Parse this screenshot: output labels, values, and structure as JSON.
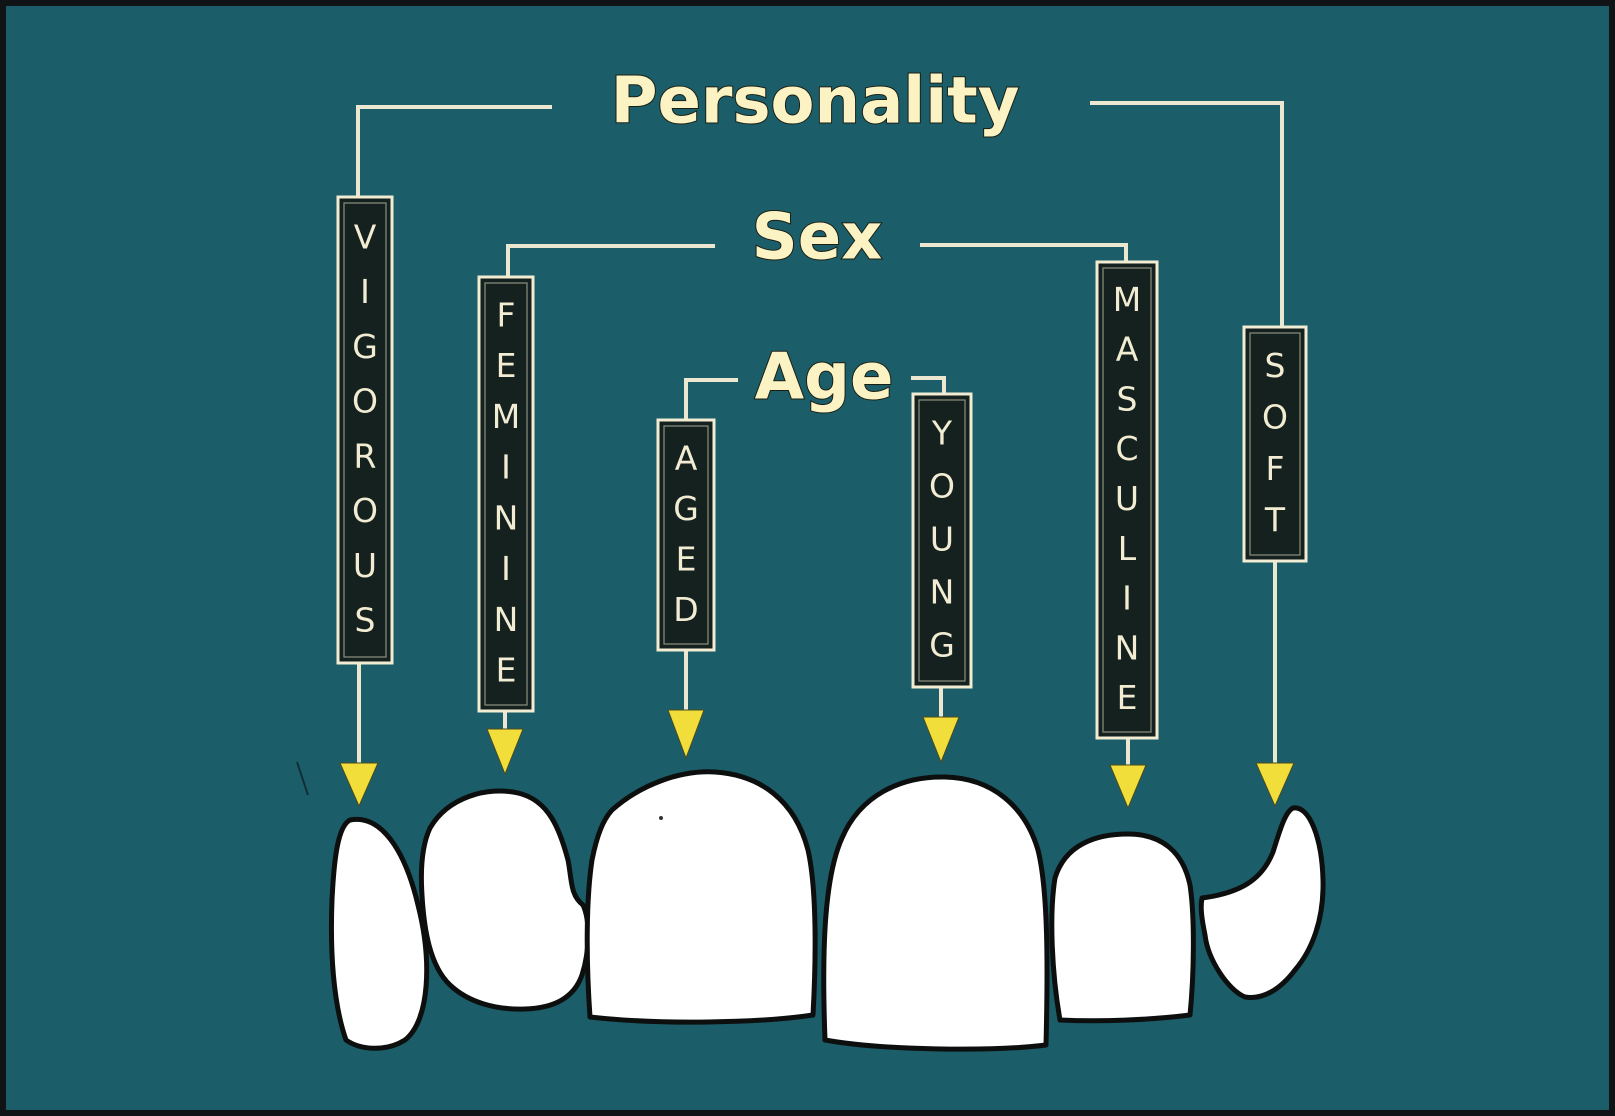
{
  "colors": {
    "background": "#1b5e6a",
    "frame": "#101417",
    "heading_text": "#fbf3c4",
    "lines": "#ece7d0",
    "arrow_heads": "#f2de3a",
    "teeth": "#ffffff"
  },
  "headings": {
    "personality": "Personality",
    "sex": "Sex",
    "age": "Age"
  },
  "tags": {
    "vigorous": "VIGOROUS",
    "feminine": "FEMININE",
    "aged": "AGED",
    "young": "YOUNG",
    "masculine": "MASCULINE",
    "soft": "SOFT"
  }
}
